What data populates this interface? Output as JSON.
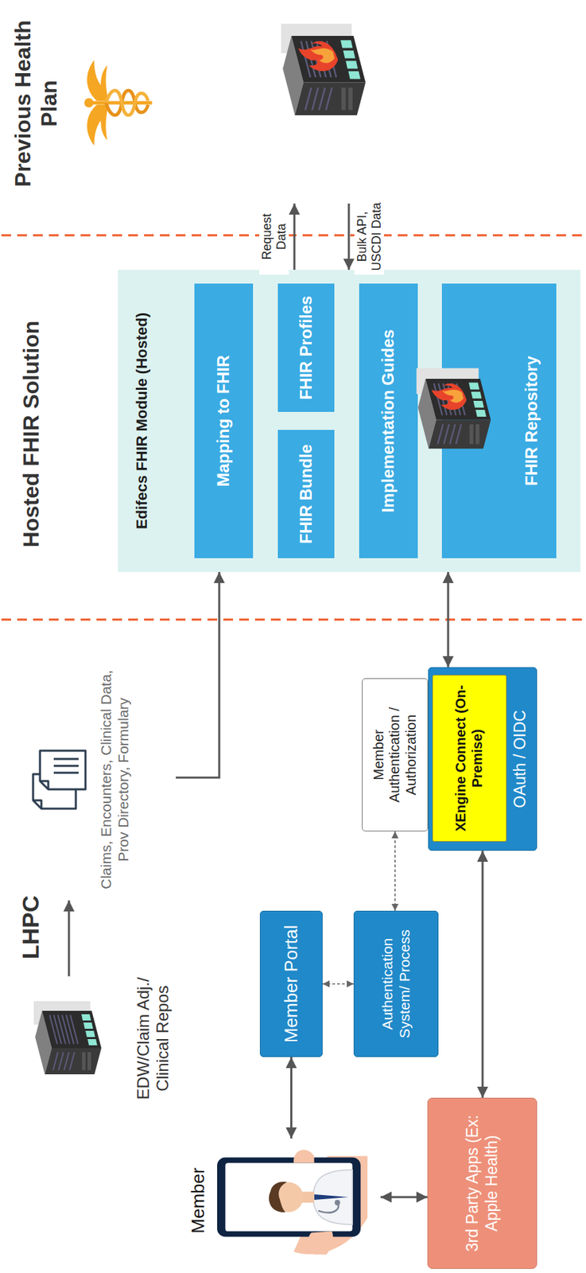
{
  "diagram": {
    "nodes": [
      {
        "text": [
          "Member"
        ]
      },
      {
        "text": [
          "EDW/Claim Adj./ Clinical Repos"
        ]
      },
      {
        "text": [
          "Claims, Encounters, Clinical Data, Prov Directory, Formulary"
        ]
      },
      {
        "text": [
          "Member Portal"
        ]
      },
      {
        "text": [
          "Authentication System/ Process"
        ]
      },
      {
        "text": [
          "3rd Party Apps (Ex: Apple Health)"
        ]
      },
      {
        "text": [
          "Member Authentication / Authorization"
        ]
      },
      {
        "text": [
          "OAuth / OIDC"
        ]
      },
      {
        "text": [
          "XEngine Connect (On-Premise)"
        ],
        "in": 7
      },
      {
        "text": [
          "Edifecs FHIR Module (Hosted)"
        ]
      },
      {
        "text": [
          "Mapping to FHIR"
        ],
        "in": 9
      },
      {
        "text": [
          "FHIR Bundle"
        ],
        "in": 9
      },
      {
        "text": [
          "FHIR Profiles"
        ],
        "in": 9
      },
      {
        "text": [
          "Implementation Guides"
        ],
        "in": 9
      },
      {
        "text": [
          "FHIR Repository"
        ],
        "in": 9
      },
      {
        "text": [
          "Previous Health Plan"
        ]
      }
    ],
    "edges": [
      {
        "from": 1,
        "to": 2,
        "arrow": "to"
      },
      {
        "from": 2,
        "to": 9,
        "arrow": "to"
      },
      {
        "from": 0,
        "to": 3,
        "arrow": "both"
      },
      {
        "from": 0,
        "to": 5,
        "arrow": "both"
      },
      {
        "from": 3,
        "to": 4,
        "arrow": "both"
      },
      {
        "from": 4,
        "to": 6,
        "arrow": "both"
      },
      {
        "from": 5,
        "to": 7,
        "arrow": "both"
      },
      {
        "from": 7,
        "to": 9,
        "arrow": "both"
      },
      {
        "from": 9,
        "to": 15,
        "label": "Request Data",
        "arrow": "to"
      },
      {
        "from": 15,
        "to": 9,
        "label": "Bulk API, USCDI Data",
        "arrow": "to"
      }
    ],
    "labels": [
      "LHPC",
      "Hosted FHIR Solution"
    ]
  }
}
